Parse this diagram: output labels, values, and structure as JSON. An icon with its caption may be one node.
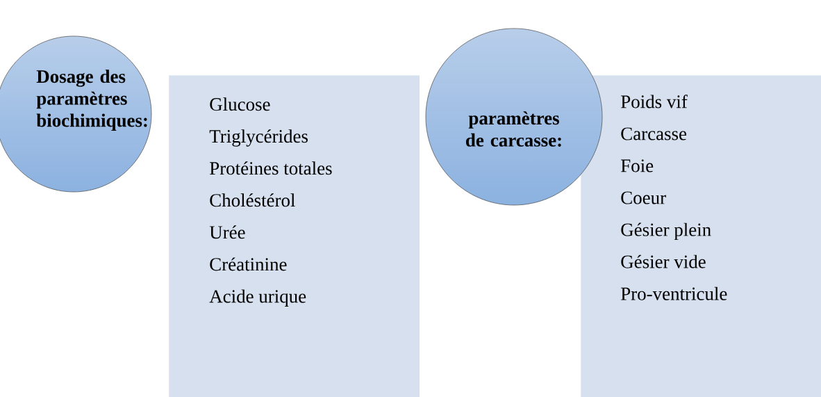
{
  "diagram": {
    "nodes": [
      {
        "text": [
          "Dosage des paramètres biochimiques:"
        ]
      },
      {
        "text": [
          "Glucose",
          "Triglycérides",
          "Protéines totales",
          "Choléstérol",
          "Urée",
          "Créatinine",
          "Acide urique"
        ]
      },
      {
        "text": [
          "paramètres de carcasse:"
        ]
      },
      {
        "text": [
          "Poids vif",
          "Carcasse",
          "Foie",
          "Coeur",
          "Gésier plein",
          "Gésier vide",
          "Pro-ventricule"
        ]
      }
    ]
  }
}
